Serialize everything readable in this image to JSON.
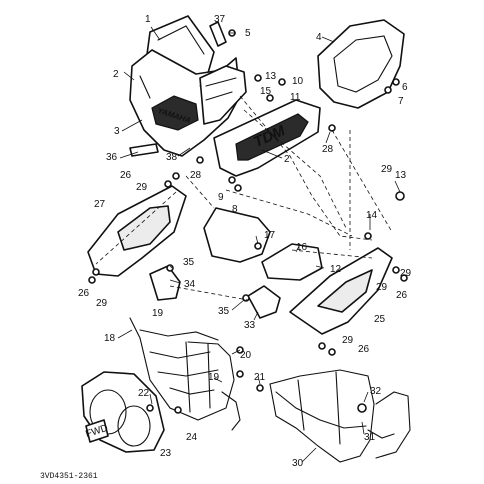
{
  "diagram_code": "3VD4351-2361",
  "decals": {
    "upper_cowl": "YAMAHA",
    "side_panel": "TDM",
    "headlight_tag": "FWD"
  },
  "callouts": {
    "c1": "1",
    "c2a": "2",
    "c2b": "2",
    "c3": "3",
    "c4": "4",
    "c5": "5",
    "c6": "6",
    "c7": "7",
    "c8": "8",
    "c9": "9",
    "c10": "10",
    "c11": "11",
    "c12": "12",
    "c13a": "13",
    "c13b": "13",
    "c14": "14",
    "c15": "15",
    "c16": "16",
    "c17": "17",
    "c18": "18",
    "c19a": "19",
    "c19b": "19",
    "c20": "20",
    "c21": "21",
    "c22": "22",
    "c23": "23",
    "c24": "24",
    "c25": "25",
    "c26a": "26",
    "c26b": "26",
    "c26c": "26",
    "c26d": "26",
    "c27": "27",
    "c28a": "28",
    "c28b": "28",
    "c29a": "29",
    "c29b": "29",
    "c29c": "29",
    "c29d": "29",
    "c29e": "29",
    "c30": "30",
    "c31": "31",
    "c32": "32",
    "c33": "33",
    "c34": "34",
    "c35a": "35",
    "c35b": "35",
    "c36": "36",
    "c37": "37",
    "c38": "38"
  }
}
